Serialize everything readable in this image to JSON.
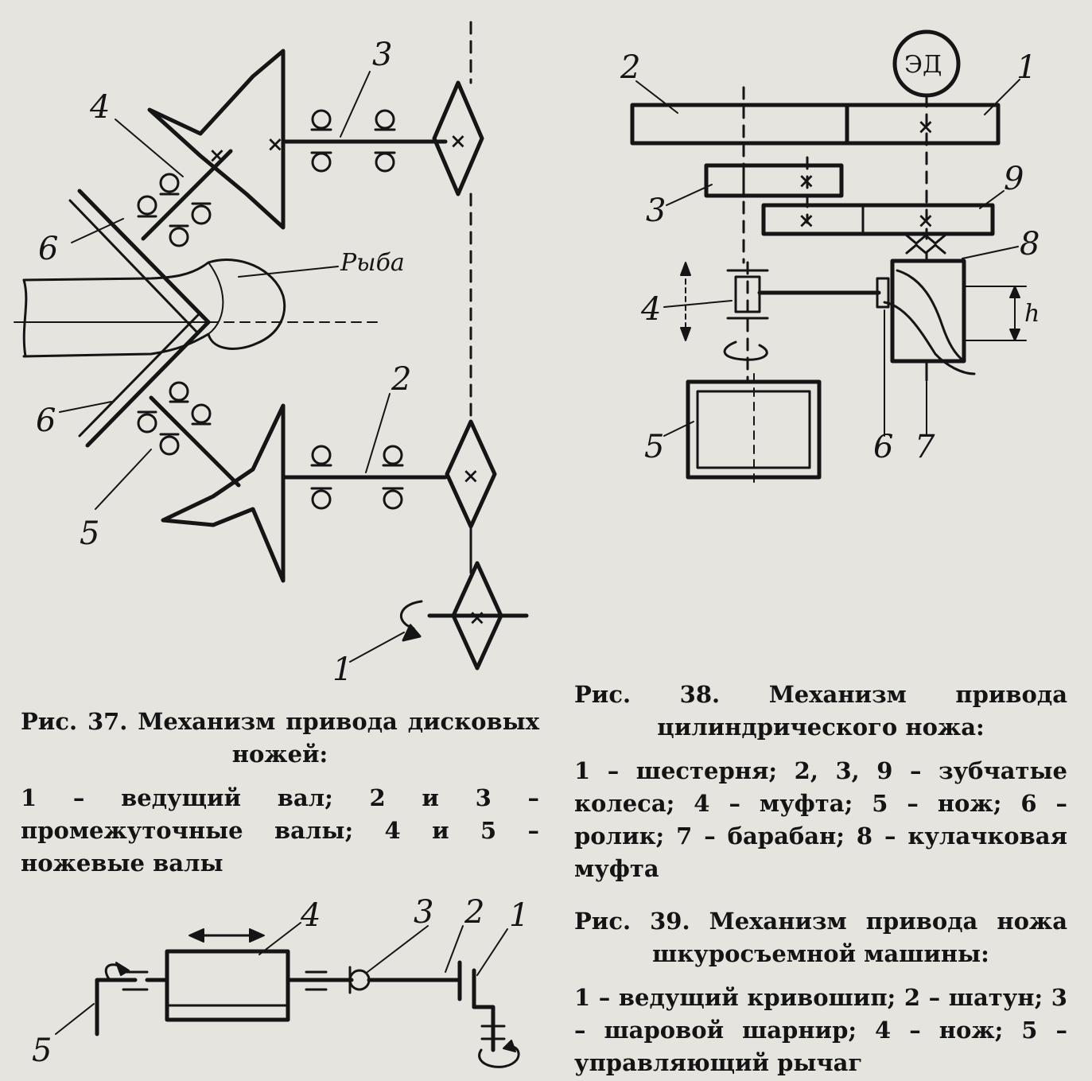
{
  "figures": {
    "fig37": {
      "caption_title": "Рис. 37. Механизм привода дисковых ножей:",
      "legend": "1 – ведущий вал; 2 и 3 – промежуточные валы; 4 и 5 – ножевые валы",
      "labels": {
        "l1": "1",
        "l2": "2",
        "l3": "3",
        "l4": "4",
        "l5": "5",
        "l6a": "6",
        "l6b": "6",
        "fish": "Рыба"
      }
    },
    "fig38": {
      "caption_title": "Рис. 38. Механизм привода цилиндрического ножа:",
      "legend": "1 – шестерня; 2, 3, 9 – зубчатые колеса; 4 – муфта; 5 – нож; 6 – ролик; 7 – барабан; 8 – кулачковая муфта",
      "labels": {
        "motor": "ЭД",
        "l1": "1",
        "l2": "2",
        "l3": "3",
        "l4": "4",
        "l5": "5",
        "l6": "6",
        "l7": "7",
        "l8": "8",
        "l9": "9",
        "h": "h"
      }
    },
    "fig39": {
      "caption_title": "Рис. 39. Механизм привода ножа шкуросъемной машины:",
      "legend": "1 – ведущий кривошип; 2 – шатун; 3 – шаровой шарнир; 4 – нож; 5 – управляющий рычаг",
      "labels": {
        "l1": "1",
        "l2": "2",
        "l3": "3",
        "l4": "4",
        "l5": "5"
      }
    }
  }
}
